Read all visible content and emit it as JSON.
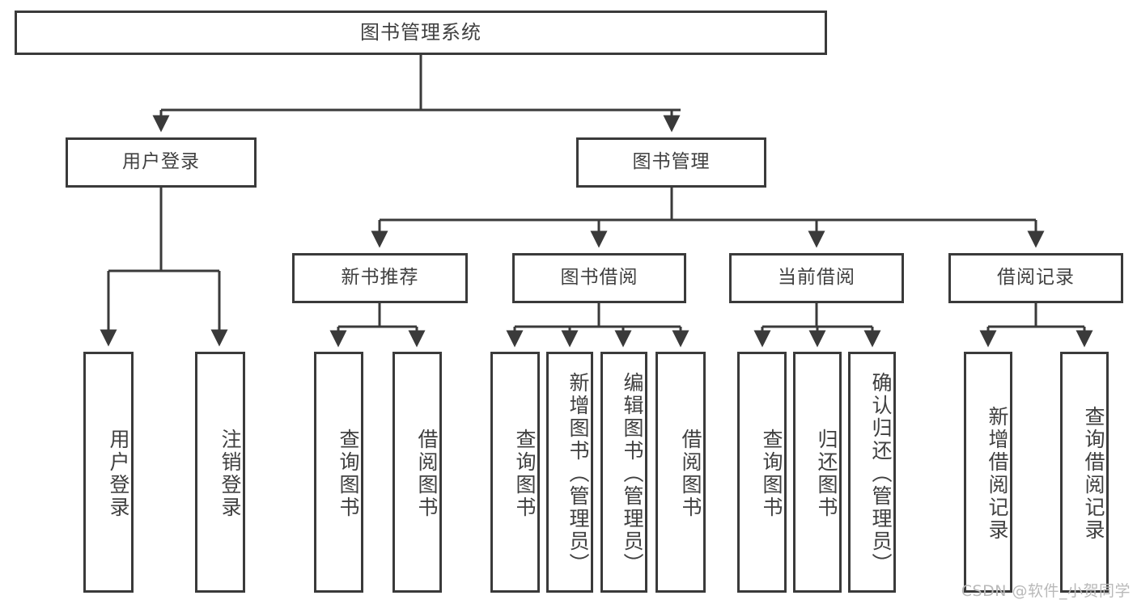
{
  "diagram": {
    "type": "tree",
    "title": "图书管理系统",
    "nodes": {
      "root": {
        "label": "图书管理系统"
      },
      "level2": [
        {
          "id": "user-login",
          "label": "用户登录"
        },
        {
          "id": "book-manage",
          "label": "图书管理"
        }
      ],
      "level3": [
        {
          "id": "new-book-recommend",
          "label": "新书推荐"
        },
        {
          "id": "book-borrow",
          "label": "图书借阅"
        },
        {
          "id": "current-borrow",
          "label": "当前借阅"
        },
        {
          "id": "borrow-record",
          "label": "借阅记录"
        }
      ],
      "leaves": [
        {
          "id": "leaf-user-login",
          "label": "用户登录",
          "parent": "user-login"
        },
        {
          "id": "leaf-logout",
          "label": "注销登录",
          "parent": "user-login"
        },
        {
          "id": "leaf-query-book-1",
          "label": "查询图书",
          "parent": "new-book-recommend"
        },
        {
          "id": "leaf-borrow-book-1",
          "label": "借阅图书",
          "parent": "new-book-recommend"
        },
        {
          "id": "leaf-query-book-2",
          "label": "查询图书",
          "parent": "book-borrow"
        },
        {
          "id": "leaf-add-book",
          "label": "新增图书（管理员）",
          "parent": "book-borrow"
        },
        {
          "id": "leaf-edit-book",
          "label": "编辑图书（管理员）",
          "parent": "book-borrow"
        },
        {
          "id": "leaf-borrow-book-2",
          "label": "借阅图书",
          "parent": "book-borrow"
        },
        {
          "id": "leaf-query-book-3",
          "label": "查询图书",
          "parent": "current-borrow"
        },
        {
          "id": "leaf-return-book",
          "label": "归还图书",
          "parent": "current-borrow"
        },
        {
          "id": "leaf-confirm-return",
          "label": "确认归还（管理员）",
          "parent": "current-borrow"
        },
        {
          "id": "leaf-add-record",
          "label": "新增借阅记录",
          "parent": "borrow-record"
        },
        {
          "id": "leaf-query-record",
          "label": "查询借阅记录",
          "parent": "borrow-record"
        }
      ]
    },
    "colors": {
      "stroke": "#3a3a3a",
      "text": "#404040",
      "background": "#ffffff",
      "watermark": "#b9b9b9"
    }
  },
  "watermark": {
    "text": "CSDN @软件_小贺同学"
  }
}
